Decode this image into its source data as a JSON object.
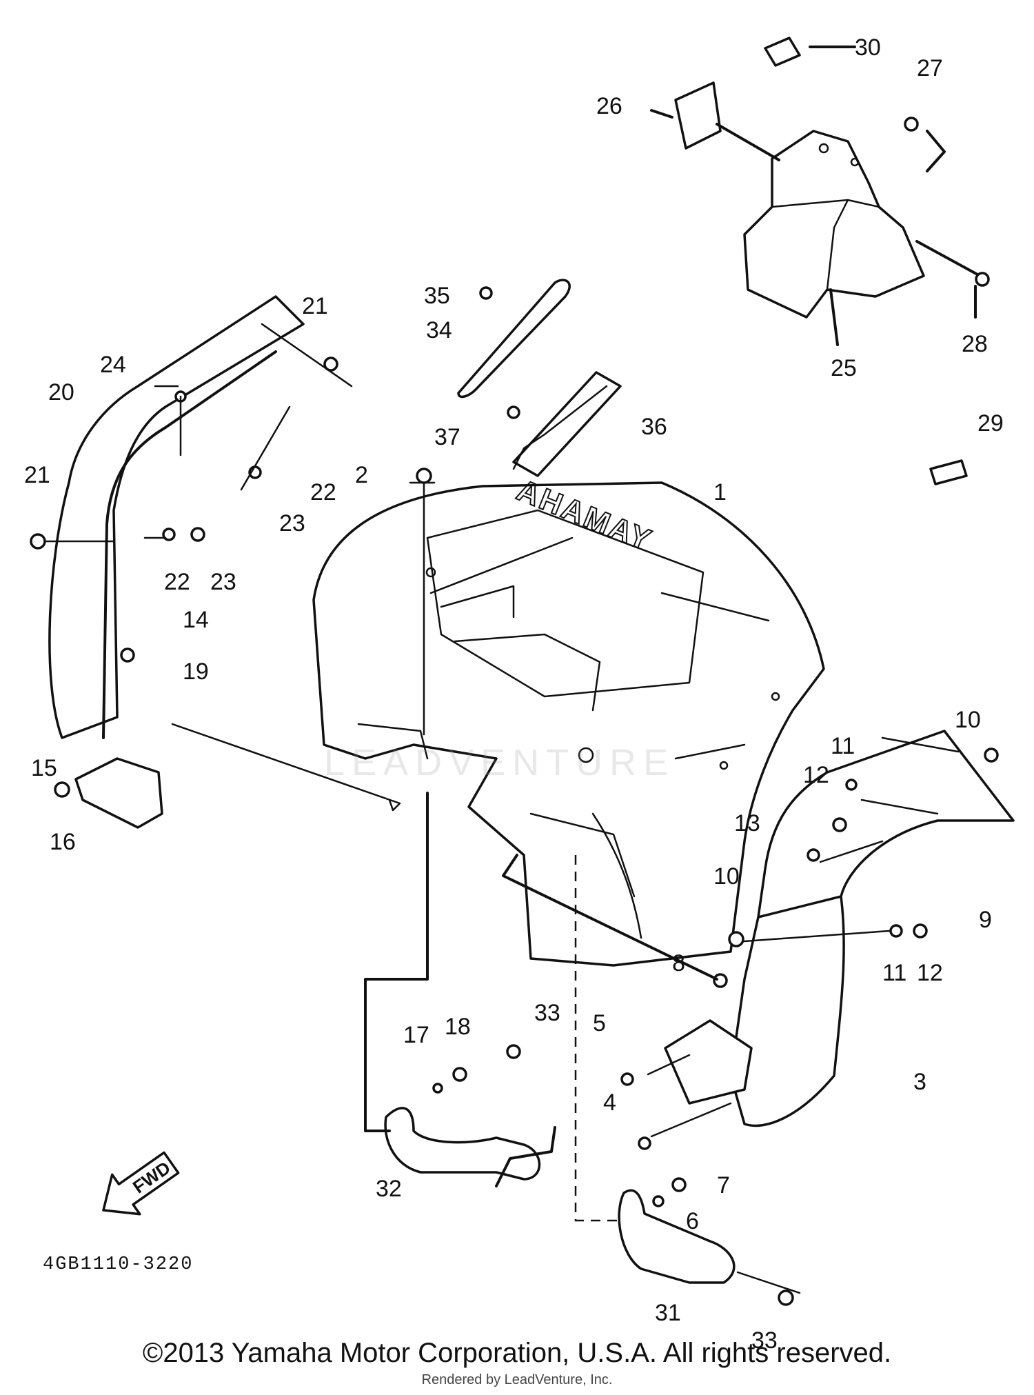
{
  "diagram": {
    "part_numbers": [
      "1",
      "2",
      "3",
      "4",
      "5",
      "6",
      "7",
      "8",
      "9",
      "10",
      "10",
      "11",
      "11",
      "12",
      "12",
      "13",
      "14",
      "15",
      "16",
      "17",
      "18",
      "19",
      "20",
      "21",
      "21",
      "22",
      "22",
      "23",
      "23",
      "24",
      "25",
      "26",
      "27",
      "28",
      "29",
      "30",
      "31",
      "32",
      "33",
      "33",
      "34",
      "35",
      "36",
      "37"
    ],
    "drawing_code": "4GB1110-3220",
    "fwd_label": "FWD",
    "logo_text": "YAMAHA",
    "watermark": "LEADVENTURE"
  },
  "footer": {
    "copyright": "©2013 Yamaha Motor Corporation, U.S.A. All rights reserved.",
    "rendered_by": "Rendered by LeadVenture, Inc."
  }
}
